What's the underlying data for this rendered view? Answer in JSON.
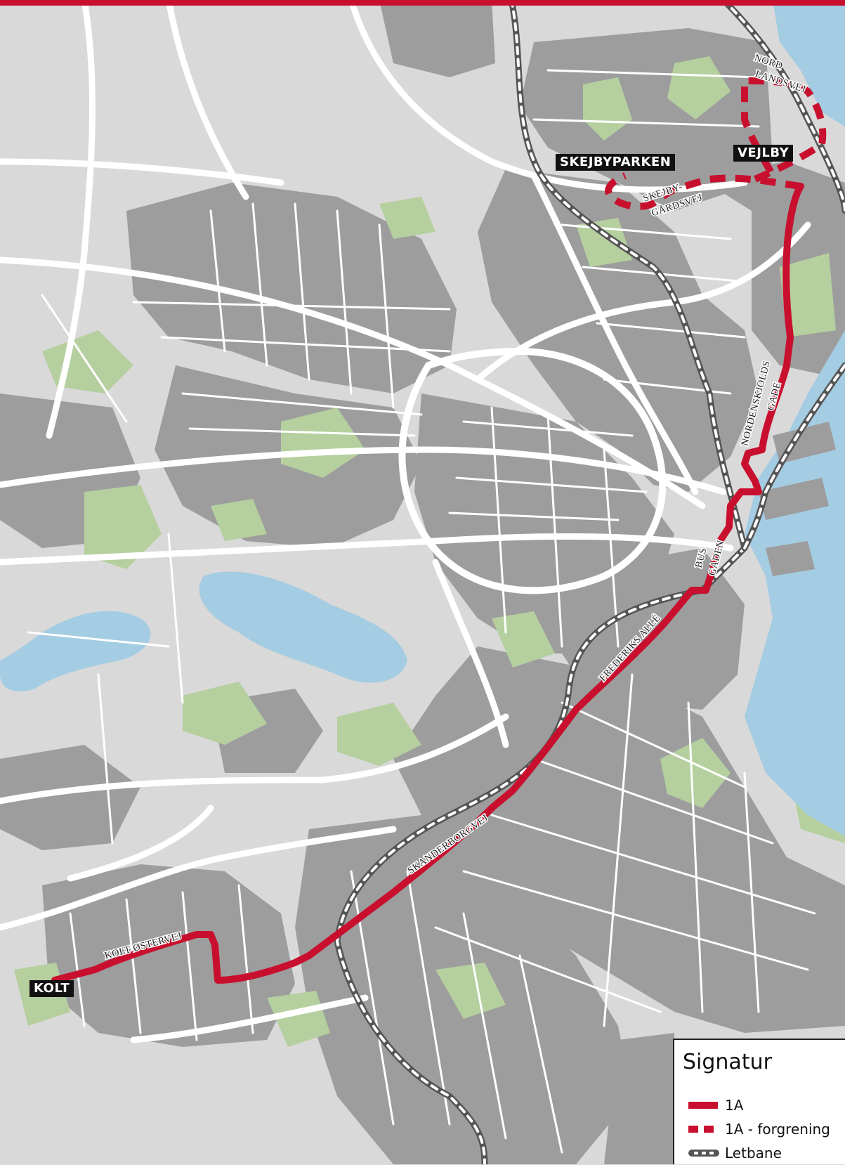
{
  "map": {
    "colors": {
      "land": "#d9d9d9",
      "urban": "#9d9d9d",
      "park": "#b5cf9f",
      "water": "#a4cce3",
      "road": "#ffffff",
      "route": "#c8102e",
      "rail": "#555555"
    },
    "stops": {
      "skejbyparken": "SKEJBYPARKEN",
      "vejlby": "VEJLBY",
      "kolt": "KOLT"
    },
    "streets": {
      "nordlandsvej_1": "NORD",
      "nordlandsvej_2": "LANDSVEJ",
      "skejbygardsvej_1": "SKEJBY-",
      "skejbygardsvej_2": "GÅRDSVEJ",
      "nordenskjolds_1": "NORDENSKJOLDS",
      "nordenskjolds_2": "GADE",
      "busgaden_1": "BUS",
      "busgaden_2": "GADEN",
      "frederiks_alle": "FREDERIKS ALLÉ",
      "skanderborgvej": "SKANDERBORGVEJ",
      "kolt_ostervej": "KOLT ØSTERVEJ"
    }
  },
  "legend": {
    "title": "Signatur",
    "items": [
      {
        "label": "1A",
        "symbol": "solid-line"
      },
      {
        "label": "1A - forgrening",
        "symbol": "dashed-line"
      },
      {
        "label": "Letbane",
        "symbol": "rail-line"
      }
    ]
  }
}
